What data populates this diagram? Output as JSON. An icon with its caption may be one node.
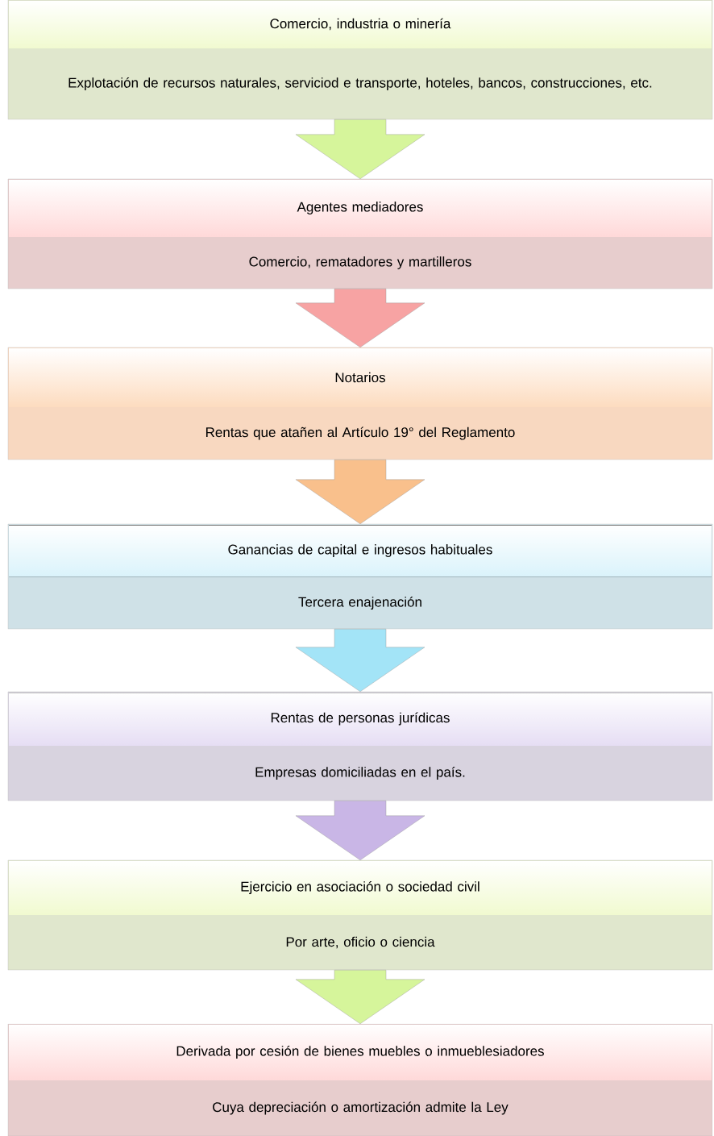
{
  "diagram": {
    "nodes": [
      {
        "text": [
          "Comercio, industria o minería",
          "Explotación de recursos naturales, serviciod e transporte, hoteles, bancos, construcciones, etc."
        ]
      },
      {
        "text": [
          "Agentes mediadores",
          "Comercio, rematadores y martilleros"
        ]
      },
      {
        "text": [
          "Notarios",
          "Rentas que atañen al Artículo 19° del Reglamento"
        ]
      },
      {
        "text": [
          "Ganancias de capital e ingresos habituales",
          "Tercera enajenación"
        ]
      },
      {
        "text": [
          "Rentas de personas jurídicas",
          "Empresas domiciliadas en el país."
        ]
      },
      {
        "text": [
          "Ejercicio en asociación o sociedad civil",
          "Por arte, oficio o ciencia"
        ]
      },
      {
        "text": [
          "Derivada por cesión de bienes muebles o inmueblesiadores",
          "Cuya depreciación o amortización admite la Ley"
        ]
      }
    ],
    "edges": [
      {
        "from": 0,
        "to": 1,
        "arrow": "to",
        "color": "#d6f59b"
      },
      {
        "from": 1,
        "to": 2,
        "arrow": "to",
        "color": "#f7a3a3"
      },
      {
        "from": 2,
        "to": 3,
        "arrow": "to",
        "color": "#f9c08c"
      },
      {
        "from": 3,
        "to": 4,
        "arrow": "to",
        "color": "#a3e4f7"
      },
      {
        "from": 4,
        "to": 5,
        "arrow": "to",
        "color": "#c9b6e6"
      },
      {
        "from": 5,
        "to": 6,
        "arrow": "to",
        "color": "#d6f59b"
      }
    ]
  }
}
